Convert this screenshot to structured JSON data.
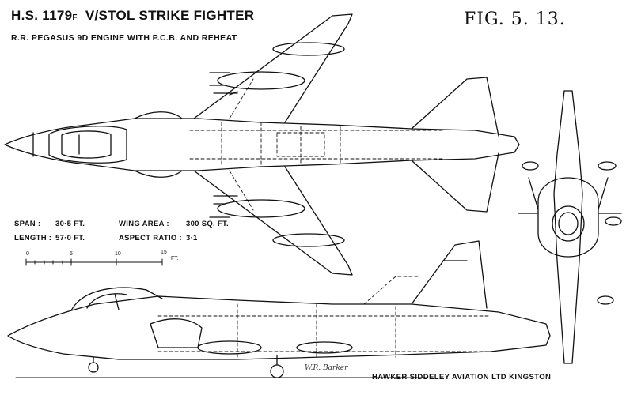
{
  "title": {
    "main": "H.S. 1179",
    "suffix": "F",
    "name": "V/STOL  STRIKE  FIGHTER"
  },
  "subtitle": "R.R. PEGASUS 9D ENGINE  WITH  P.C.B.  AND  REHEAT",
  "figure_label": "FIG. 5. 13.",
  "specs": [
    {
      "label": "SPAN",
      "value": "30·5 FT."
    },
    {
      "label": "LENGTH",
      "value": "57·0 FT."
    },
    {
      "label": "WING AREA",
      "value": "300 SQ. FT."
    },
    {
      "label": "ASPECT RATIO",
      "value": "3·1"
    }
  ],
  "scale": {
    "ticks": [
      "0",
      "5",
      "10",
      "15"
    ],
    "unit": "FT."
  },
  "signature": "W.R. Barker",
  "manufacturer": "HAWKER  SIDDELEY  AVIATION  LTD  KINGSTON",
  "colors": {
    "ink": "#111111",
    "paper": "#ffffff"
  }
}
